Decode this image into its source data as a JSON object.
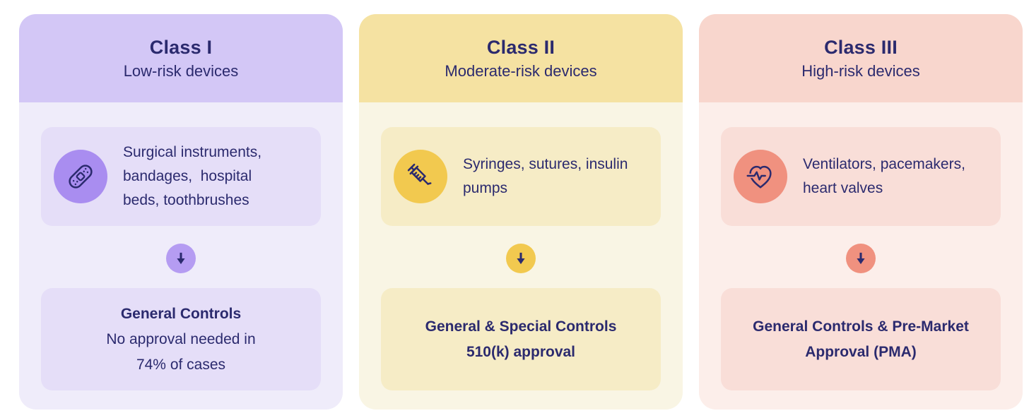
{
  "page": {
    "background": "#ffffff",
    "ink_color": "#2b2a6e"
  },
  "cards": [
    {
      "id": "class-i",
      "title": "Class I",
      "subtitle": "Low-risk devices",
      "icon": "bandage-icon",
      "examples": "Surgical instruments,\nbandages,  hospital\nbeds, toothbrushes",
      "arrow_icon": "down-arrow-icon",
      "outcome_title": "General Controls",
      "outcome_detail": "No approval needed in\n74% of cases",
      "colors": {
        "header": "#d3c7f6",
        "body": "#efecfa",
        "box": "#e5def8",
        "icon_circle": "#a98df0",
        "arrow_circle": "#b59cf2"
      }
    },
    {
      "id": "class-ii",
      "title": "Class II",
      "subtitle": "Moderate-risk devices",
      "icon": "syringe-icon",
      "examples": "Syringes, sutures, insulin\npumps",
      "arrow_icon": "down-arrow-icon",
      "outcome_title": "General & Special Controls\n510(k) approval",
      "outcome_detail": "",
      "colors": {
        "header": "#f5e2a2",
        "body": "#f9f5e4",
        "box": "#f6ecc6",
        "icon_circle": "#f2c94f",
        "arrow_circle": "#f2c94f"
      }
    },
    {
      "id": "class-iii",
      "title": "Class III",
      "subtitle": "High-risk devices",
      "icon": "heart-pulse-icon",
      "examples": "Ventilators, pacemakers,\nheart valves",
      "arrow_icon": "down-arrow-icon",
      "outcome_title": "General Controls & Pre-Market\nApproval (PMA)",
      "outcome_detail": "",
      "colors": {
        "header": "#f8d6cd",
        "body": "#fceeea",
        "box": "#f9ded8",
        "icon_circle": "#f0917f",
        "arrow_circle": "#f0917f"
      }
    }
  ]
}
